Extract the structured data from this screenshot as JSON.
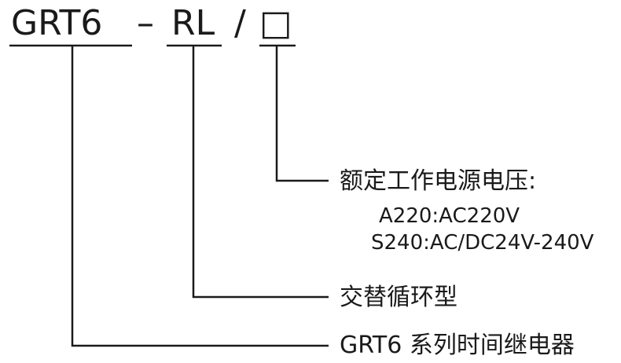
{
  "model_code": {
    "series": "GRT6",
    "dash": "–",
    "type_code": "RL",
    "slash": "/",
    "voltage_placeholder": "□"
  },
  "callouts": {
    "voltage": {
      "title": "额定工作电源电压:",
      "options": [
        "A220:AC220V",
        "S240:AC/DC24V-240V"
      ]
    },
    "type": {
      "title": "交替循环型"
    },
    "series": {
      "title": "GRT6 系列时间继电器"
    }
  }
}
